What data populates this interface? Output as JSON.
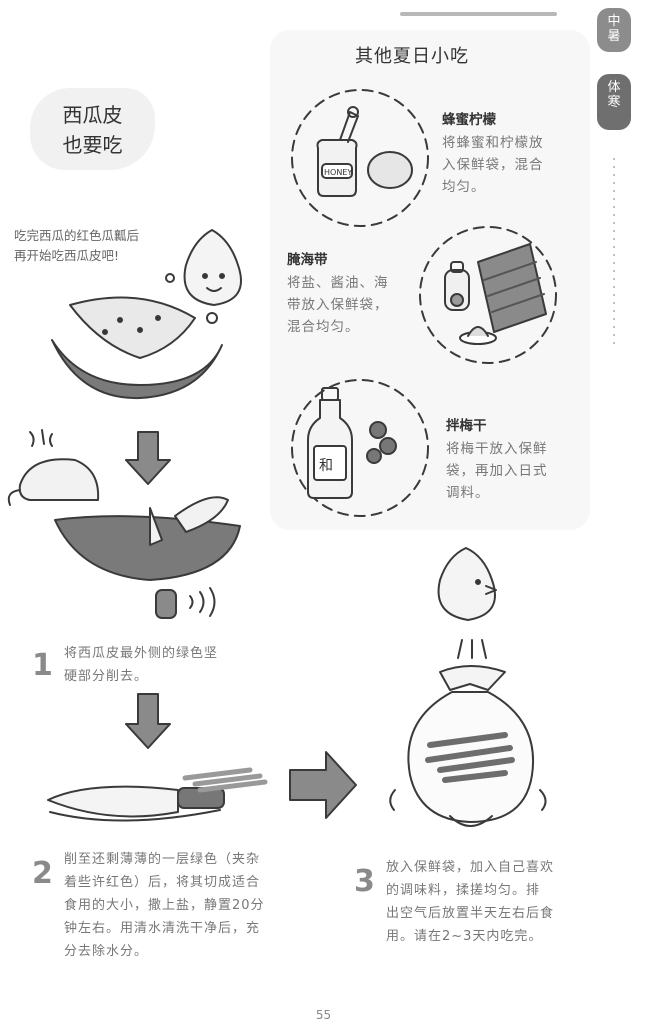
{
  "tabs": [
    {
      "chars": [
        "中",
        "暑"
      ]
    },
    {
      "chars": [
        "体",
        "寒"
      ]
    }
  ],
  "left_title": [
    "西瓜皮",
    "也要吃"
  ],
  "intro": [
    "吃完西瓜的红色瓜瓤后",
    "再开始吃西瓜皮吧!"
  ],
  "other_section": {
    "title": "其他夏日小吃",
    "honey_label": "HONEY",
    "bottle_label": "和",
    "items": [
      {
        "name": "蜂蜜柠檬",
        "lines": [
          "将蜂蜜和柠檬放",
          "入保鲜袋，混合",
          "均匀。"
        ]
      },
      {
        "name": "腌海带",
        "lines": [
          "将盐、酱油、海",
          "带放入保鲜袋，",
          "混合均匀。"
        ]
      },
      {
        "name": "拌梅干",
        "lines": [
          "将梅干放入保鲜",
          "袋，再加入日式",
          "调料。"
        ]
      }
    ]
  },
  "steps": [
    {
      "number": "1",
      "lines": [
        "将西瓜皮最外侧的绿色坚",
        "硬部分削去。"
      ]
    },
    {
      "number": "2",
      "lines": [
        "削至还剩薄薄的一层绿色（夹杂",
        "着些许红色）后，将其切成适合",
        "食用的大小，撒上盐，静置20分",
        "钟左右。用清水清洗干净后，充",
        "分去除水分。"
      ]
    },
    {
      "number": "3",
      "lines": [
        "放入保鲜袋，加入自己喜欢",
        "的调味料，揉搓均匀。排",
        "出空气后放置半天左右后食",
        "用。请在2~3天内吃完。"
      ]
    }
  ],
  "page_number": "55"
}
